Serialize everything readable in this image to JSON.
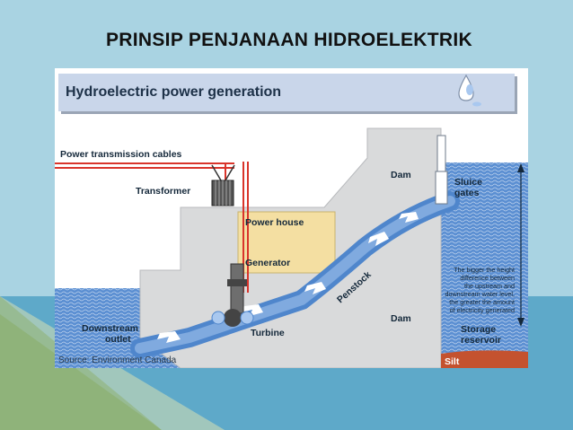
{
  "slide": {
    "title": "PRINSIP PENJANAAN HIDROELEKTRIK"
  },
  "figure": {
    "title": "Hydroelectric power generation",
    "source": "Source: Environment Canada",
    "labels": {
      "power_cables": "Power transmission cables",
      "transformer": "Transformer",
      "power_house": "Power house",
      "generator": "Generator",
      "turbine": "Turbine",
      "downstream_outlet_1": "Downstream",
      "downstream_outlet_2": "outlet",
      "penstock": "Penstock",
      "dam_top": "Dam",
      "dam_bottom": "Dam",
      "sluice_1": "Sluice",
      "sluice_2": "gates",
      "storage_1": "Storage",
      "storage_2": "reservoir",
      "silt": "Silt",
      "note_1": "The bigger the height",
      "note_2": "difference between",
      "note_3": "the upstream and",
      "note_4": "downstream water level,",
      "note_5": "the greater the amount",
      "note_6": "of electricity generated"
    }
  },
  "colors": {
    "slide_bg": "#a9d3e2",
    "bg_green": "#8fb37a",
    "bg_blue": "#5ea9c9",
    "water": "#5b8fd2",
    "water_light": "#a9c8ef",
    "dam": "#d9dadb",
    "power_house": "#f4dfa2",
    "cable_red": "#d9342b",
    "title_bar": "#c9d6ea"
  }
}
